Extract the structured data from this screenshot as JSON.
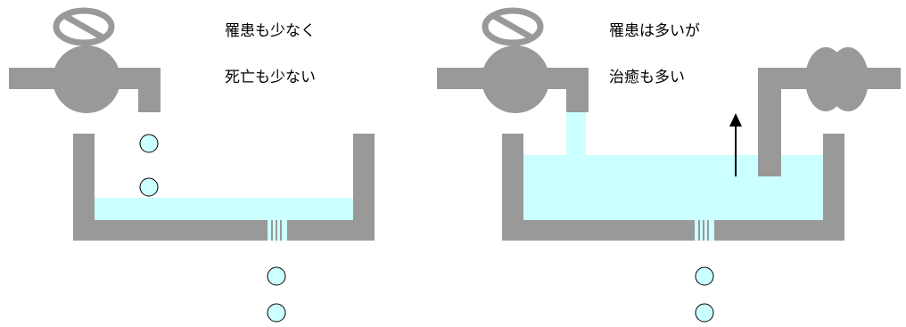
{
  "left_panel": {
    "caption_line1": "罹患も少なく",
    "caption_line2": "死亡も少ない"
  },
  "right_panel": {
    "caption_line1": "罹患は多いが",
    "caption_line2": "治癒も多い"
  },
  "colors": {
    "wall": "#999999",
    "water": "#ccffff",
    "outline": "#000000",
    "background": "#ffffff"
  }
}
